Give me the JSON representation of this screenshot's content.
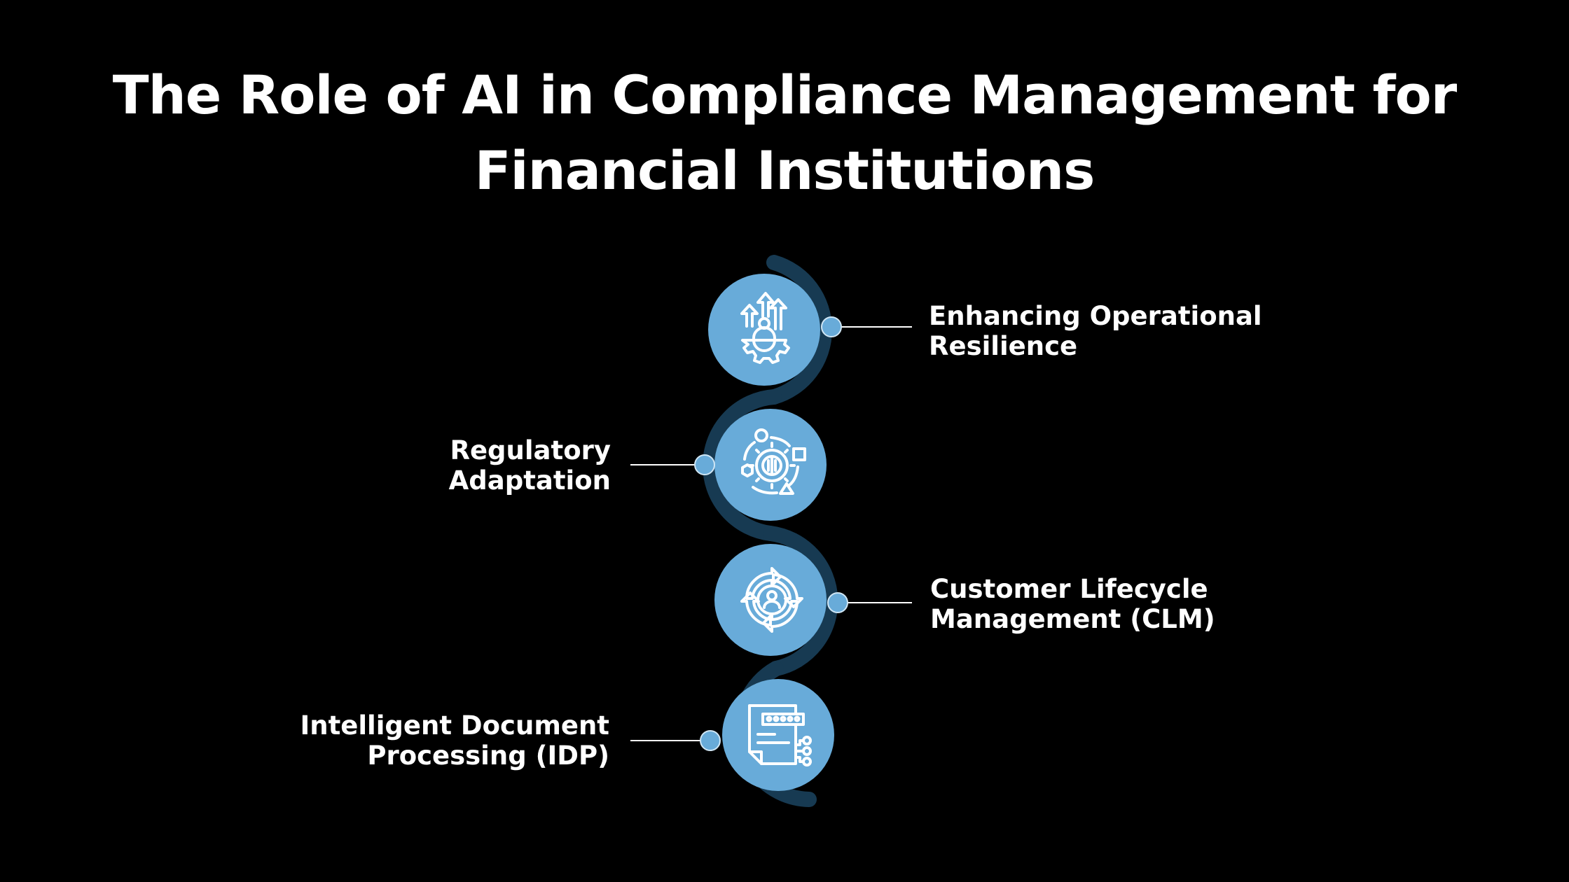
{
  "title": {
    "line1": "The Role of AI in Compliance Management for",
    "line2": "Financial Institutions"
  },
  "colors": {
    "background": "#000000",
    "node_fill": "#68abd9",
    "track": "#173a52",
    "connector": "#ffffff",
    "text": "#ffffff"
  },
  "items": [
    {
      "label_line1": "Enhancing Operational",
      "label_line2": "Resilience",
      "icon": "growth-gear-person-icon",
      "side": "right"
    },
    {
      "label_line1": "Regulatory",
      "label_line2": "Adaptation",
      "icon": "adaptive-process-gear-icon",
      "side": "left"
    },
    {
      "label_line1": "Customer Lifecycle",
      "label_line2": "Management (CLM)",
      "icon": "customer-cycle-icon",
      "side": "right"
    },
    {
      "label_line1": "Intelligent Document",
      "label_line2": "Processing (IDP)",
      "icon": "document-processing-icon",
      "side": "left"
    }
  ]
}
